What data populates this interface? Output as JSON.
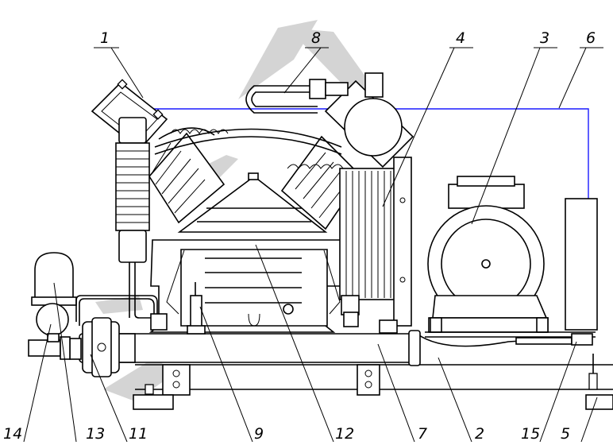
{
  "diagram": {
    "kind": "compressor unit technical drawing",
    "colors": {
      "line": "#000000",
      "watermark": "#d4d4d4",
      "pipe_blue": "#1a1aff",
      "background": "#ffffff"
    },
    "callouts": [
      {
        "id": "c1",
        "label": "1"
      },
      {
        "id": "c8",
        "label": "8"
      },
      {
        "id": "c4",
        "label": "4"
      },
      {
        "id": "c3",
        "label": "3"
      },
      {
        "id": "c6",
        "label": "6"
      },
      {
        "id": "c14",
        "label": "14"
      },
      {
        "id": "c13",
        "label": "13"
      },
      {
        "id": "c11",
        "label": "11"
      },
      {
        "id": "c9",
        "label": "9"
      },
      {
        "id": "c12",
        "label": "12"
      },
      {
        "id": "c7",
        "label": "7"
      },
      {
        "id": "c2",
        "label": "2"
      },
      {
        "id": "c15",
        "label": "15"
      },
      {
        "id": "c5",
        "label": "5"
      }
    ]
  }
}
